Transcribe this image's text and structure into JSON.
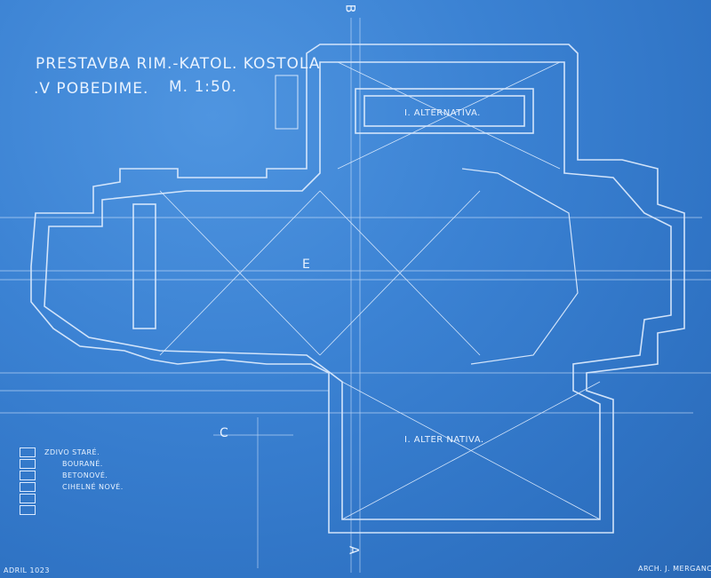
{
  "title": {
    "line1": "PRESTAVBA RIM.-KATOL. KOSTOLA",
    "line2": ".V POBEDIME.",
    "scale": "M. 1:50."
  },
  "labels": {
    "alt_top": "I. ALTERNATIVA.",
    "alt_bottom": "I. ALTER NATIVA.",
    "section_e": "E",
    "section_c": "C",
    "section_a": "A",
    "section_b": "B"
  },
  "legend": [
    {
      "label": "ZDIVO STARÉ."
    },
    {
      "label": "BOURANÉ."
    },
    {
      "label": "BETONOVÉ."
    },
    {
      "label": "CIHELNÉ NOVÉ."
    },
    {
      "label": ""
    },
    {
      "label": ""
    }
  ],
  "footer": {
    "date": "ADRIL 1023",
    "architect": "ARCH. J. MERGANC-"
  },
  "colors": {
    "paper": "#3b82d3",
    "lines": "#e8f2ff"
  }
}
